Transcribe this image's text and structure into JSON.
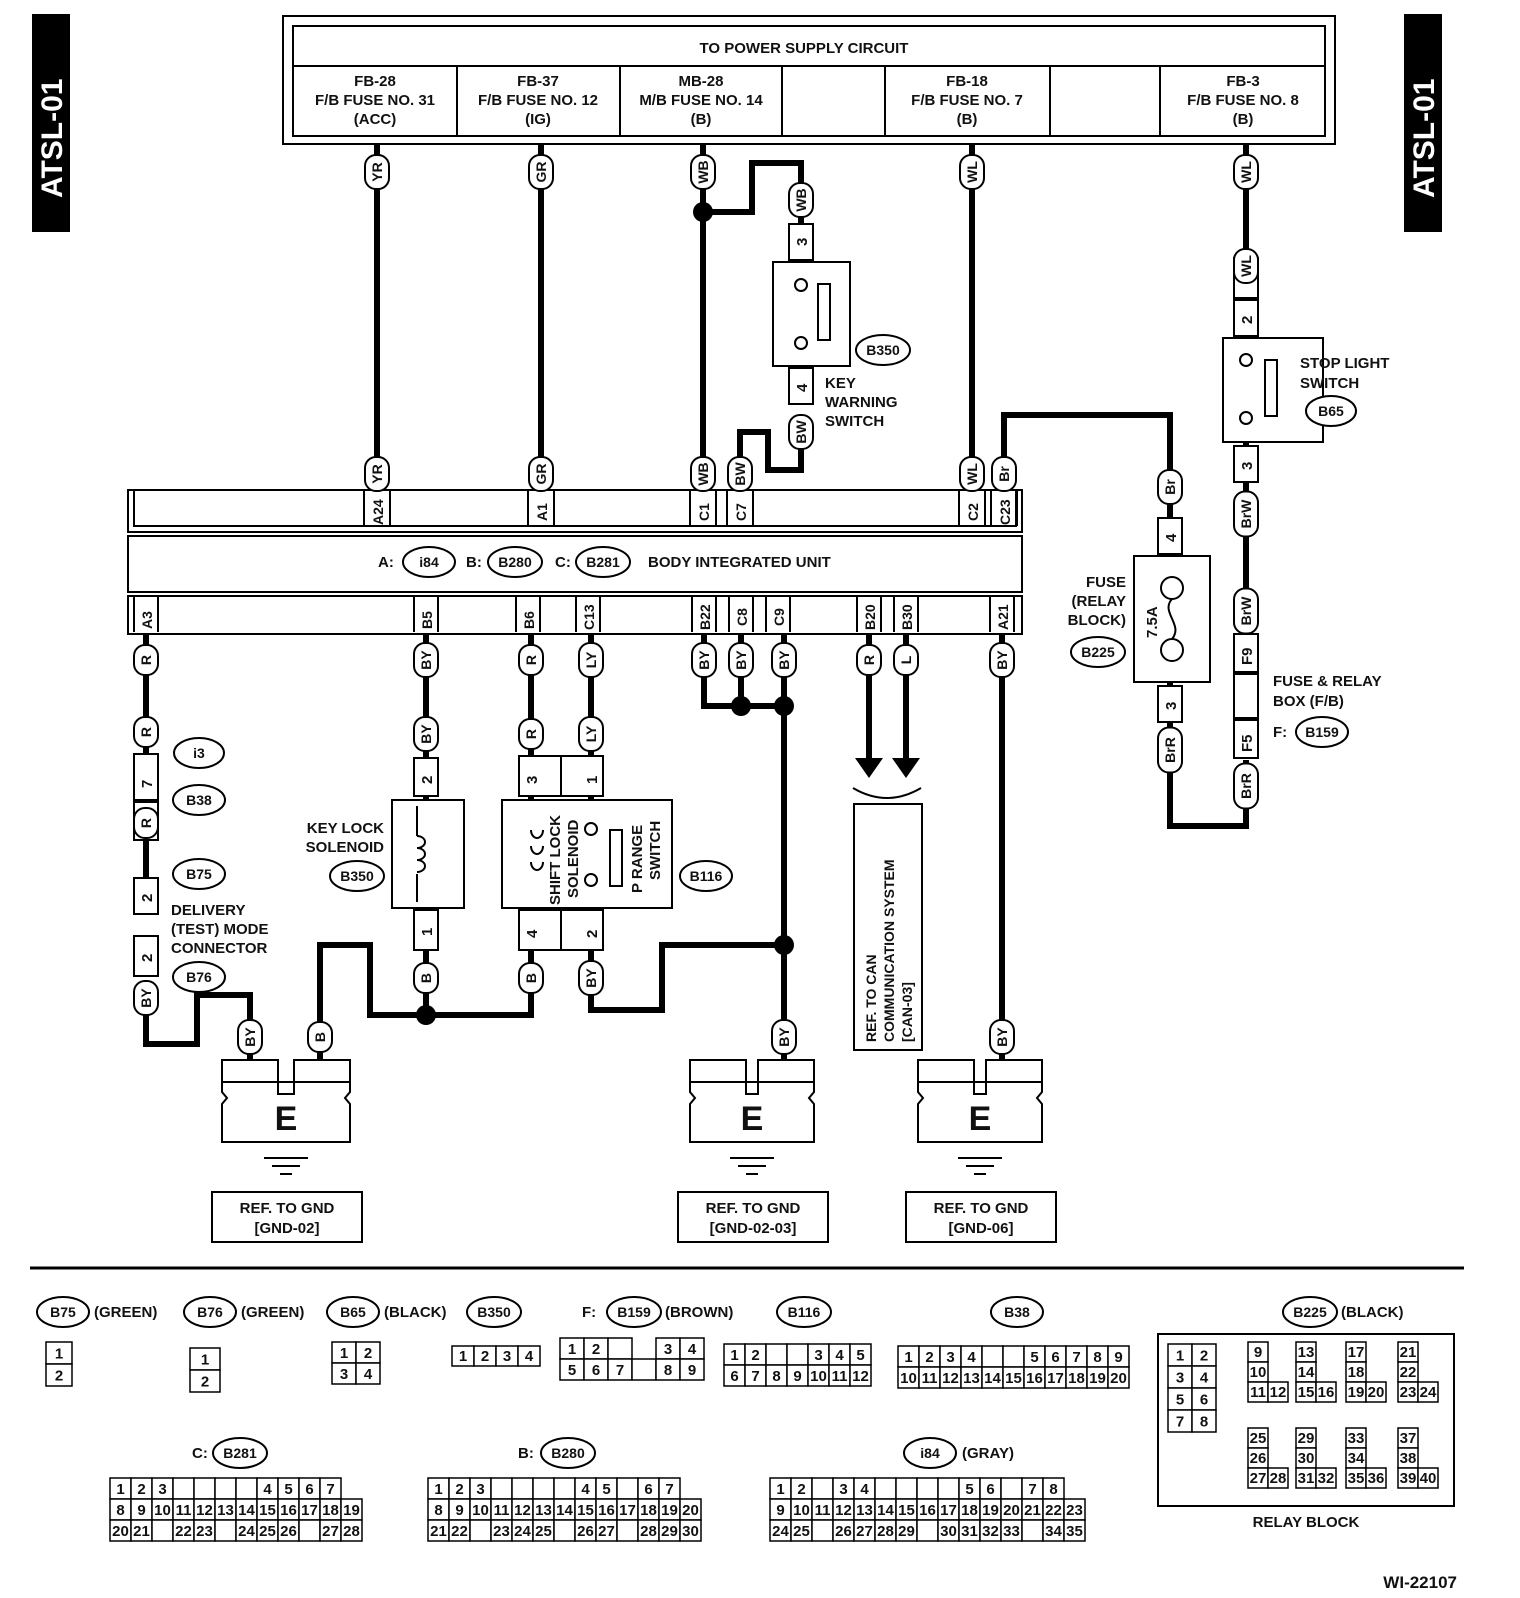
{
  "side_label": "ATSL-01",
  "power": {
    "title": "TO POWER SUPPLY CIRCUIT",
    "fuses": [
      {
        "id": "FB-28",
        "name": "F/B FUSE NO. 31",
        "sup": "(ACC)"
      },
      {
        "id": "FB-37",
        "name": "F/B FUSE NO. 12",
        "sup": "(IG)"
      },
      {
        "id": "MB-28",
        "name": "M/B FUSE NO. 14",
        "sup": "(B)"
      },
      {
        "id": "",
        "name": "",
        "sup": ""
      },
      {
        "id": "FB-18",
        "name": "F/B FUSE NO. 7",
        "sup": "(B)"
      },
      {
        "id": "",
        "name": "",
        "sup": ""
      },
      {
        "id": "FB-3",
        "name": "F/B FUSE NO. 8",
        "sup": "(B)"
      }
    ]
  },
  "biu": {
    "title": "BODY INTEGRATED UNIT",
    "connA": "A:",
    "idA": "i84",
    "connB": "B:",
    "idB": "B280",
    "connC": "C:",
    "idC": "B281",
    "top_pins": [
      "A24",
      "A1",
      "C1",
      "C7",
      "C2",
      "C23"
    ],
    "bottom_pins": [
      "A3",
      "B5",
      "B6",
      "C13",
      "B22",
      "C8",
      "C9",
      "B20",
      "B30",
      "A21"
    ]
  },
  "wires": {
    "YR": "YR",
    "GR": "GR",
    "WB": "WB",
    "BW": "BW",
    "WL": "WL",
    "Br": "Br",
    "BrW": "BrW",
    "BrR": "BrR",
    "R": "R",
    "BY": "BY",
    "LY": "LY",
    "L": "L",
    "B": "B"
  },
  "pins": {
    "p1": "1",
    "p2": "2",
    "p3": "3",
    "p4": "4",
    "p7": "7",
    "F9": "F9",
    "F5": "F5"
  },
  "components": {
    "key_warning": {
      "id": "B350",
      "l1": "KEY",
      "l2": "WARNING",
      "l3": "SWITCH"
    },
    "stop_light": {
      "id": "B65",
      "l1": "STOP LIGHT",
      "l2": "SWITCH"
    },
    "fuse_relay": {
      "id": "B225",
      "l1": "FUSE",
      "l2": "(RELAY",
      "l3": "BLOCK)",
      "rating": "7.5A"
    },
    "fuse_box": {
      "id": "B159",
      "l1": "FUSE & RELAY",
      "l2": "BOX (F/B)",
      "prefix": "F:"
    },
    "key_lock": {
      "id": "B350",
      "l1": "KEY LOCK",
      "l2": "SOLENOID"
    },
    "shift_lock": {
      "id": "B116",
      "l1": "SHIFT LOCK",
      "l2": "SOLENOID",
      "l3": "P RANGE",
      "l4": "SWITCH"
    },
    "delivery": {
      "id_i3": "i3",
      "id_b38": "B38",
      "id_b75": "B75",
      "id_b76": "B76",
      "l1": "DELIVERY",
      "l2": "(TEST) MODE",
      "l3": "CONNECTOR"
    },
    "can": {
      "l1": "REF. TO CAN",
      "l2": "COMMUNICATION SYSTEM",
      "l3": "[CAN-03]"
    }
  },
  "grounds": [
    {
      "label": "E",
      "r1": "REF. TO GND",
      "r2": "[GND-02]"
    },
    {
      "label": "E",
      "r1": "REF. TO GND",
      "r2": "[GND-02-03]"
    },
    {
      "label": "E",
      "r1": "REF. TO GND",
      "r2": "[GND-06]"
    }
  ],
  "legend": {
    "b75": {
      "id": "B75",
      "color": "(GREEN)"
    },
    "b76": {
      "id": "B76",
      "color": "(GREEN)"
    },
    "b65": {
      "id": "B65",
      "color": "(BLACK)"
    },
    "b350": {
      "id": "B350"
    },
    "b159": {
      "id": "B159",
      "prefix": "F:",
      "color": "(BROWN)"
    },
    "b116": {
      "id": "B116"
    },
    "b38": {
      "id": "B38"
    },
    "b225": {
      "id": "B225",
      "color": "(BLACK)",
      "caption": "RELAY BLOCK"
    },
    "b281": {
      "id": "B281",
      "prefix": "C:"
    },
    "b280": {
      "id": "B280",
      "prefix": "B:"
    },
    "i84": {
      "id": "i84",
      "color": "(GRAY)"
    }
  },
  "figure_id": "WI-22107"
}
